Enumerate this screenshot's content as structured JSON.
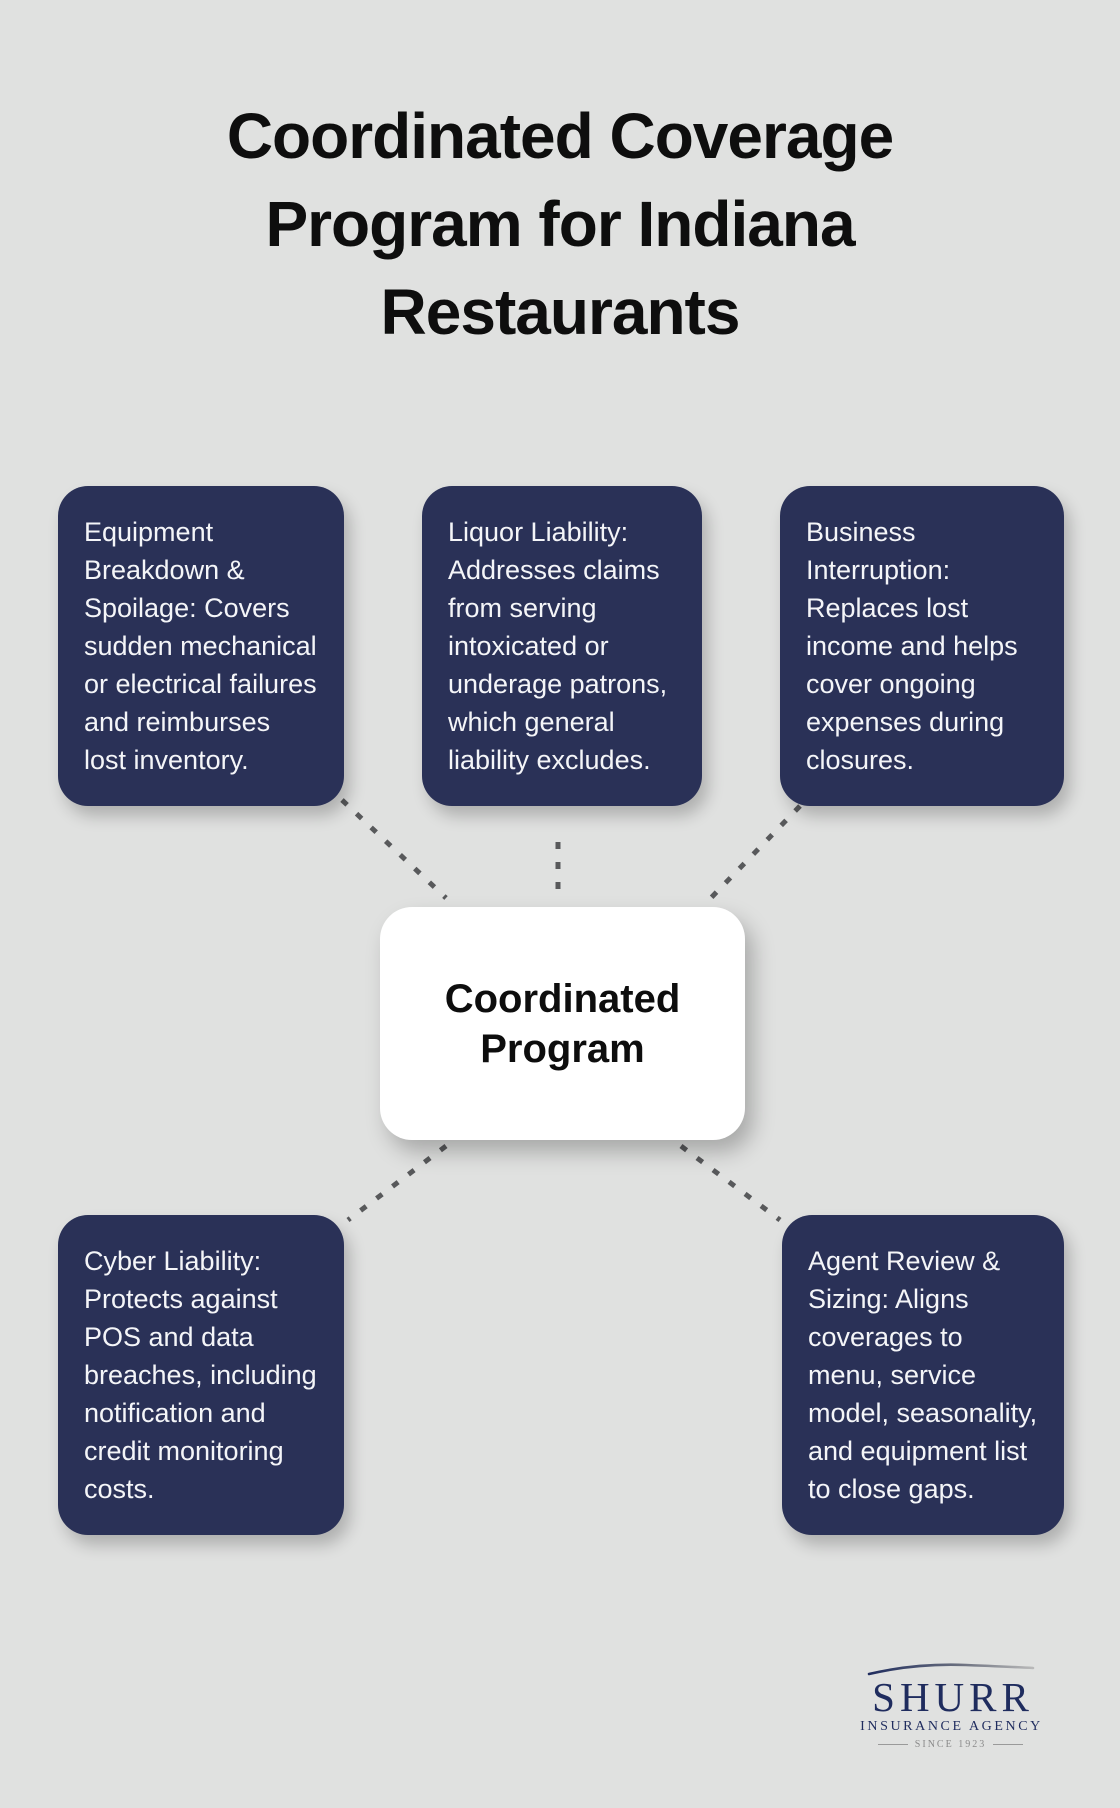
{
  "title": "Coordinated Coverage Program for Indiana Restaurants",
  "hub": {
    "label": "Coordinated Program"
  },
  "nodes": [
    {
      "id": "equipment-breakdown-spoilage",
      "text": "Equipment Breakdown & Spoilage: Covers sudden mechanical or electrical failures and reimburses lost inventory."
    },
    {
      "id": "liquor-liability",
      "text": "Liquor Liability: Addresses claims from serving intoxicated or underage patrons, which general liability excludes."
    },
    {
      "id": "business-interruption",
      "text": "Business Interruption: Replaces lost income and helps cover ongoing expenses during closures."
    },
    {
      "id": "cyber-liability",
      "text": "Cyber Liability: Protects against POS and data breaches, including notification and credit monitoring costs."
    },
    {
      "id": "agent-review-sizing",
      "text": "Agent Review & Sizing: Aligns coverages to menu, service model, seasonality, and equipment list to close gaps."
    }
  ],
  "logo": {
    "name": "SHURR",
    "subtitle": "INSURANCE AGENCY",
    "tagline": "SINCE 1923"
  },
  "colors": {
    "background": "#e0e1e0",
    "node_fill": "#2a3157",
    "node_text": "#f4f5f8",
    "title_text": "#0e0e0e",
    "connector": "#58595b",
    "logo_navy": "#1f2c5e",
    "logo_gray": "#8a8a8a"
  }
}
